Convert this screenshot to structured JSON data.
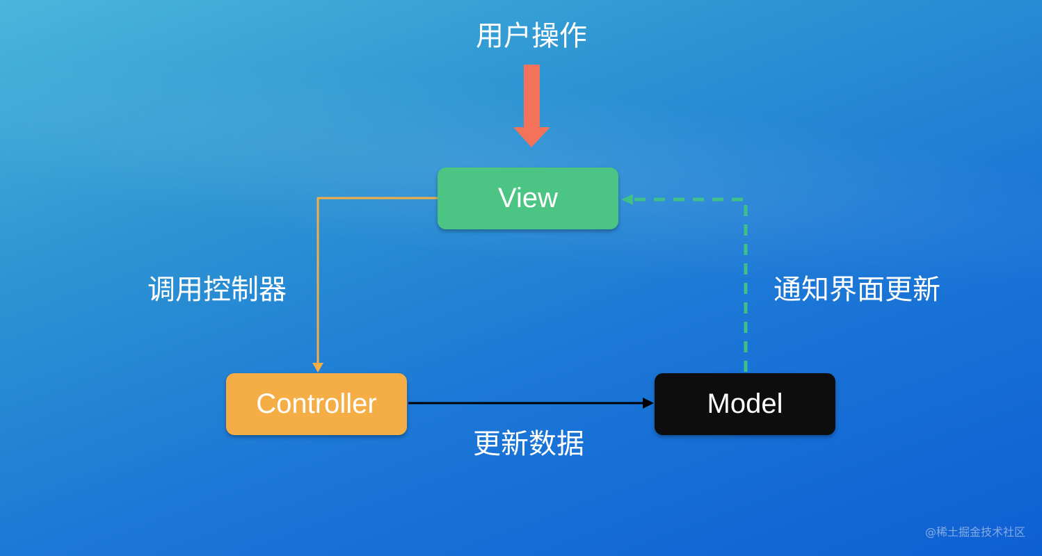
{
  "nodes": {
    "view": "View",
    "controller": "Controller",
    "model": "Model"
  },
  "labels": {
    "user_action": "用户操作",
    "call_controller": "调用控制器",
    "notify_update": "通知界面更新",
    "update_data": "更新数据"
  },
  "watermark": "@稀土掘金技术社区",
  "colors": {
    "view": "#4cc584",
    "controller": "#f5ad45",
    "model": "#0d0d0d",
    "user_arrow": "#f2725a",
    "dashed": "#3fbf8a"
  }
}
